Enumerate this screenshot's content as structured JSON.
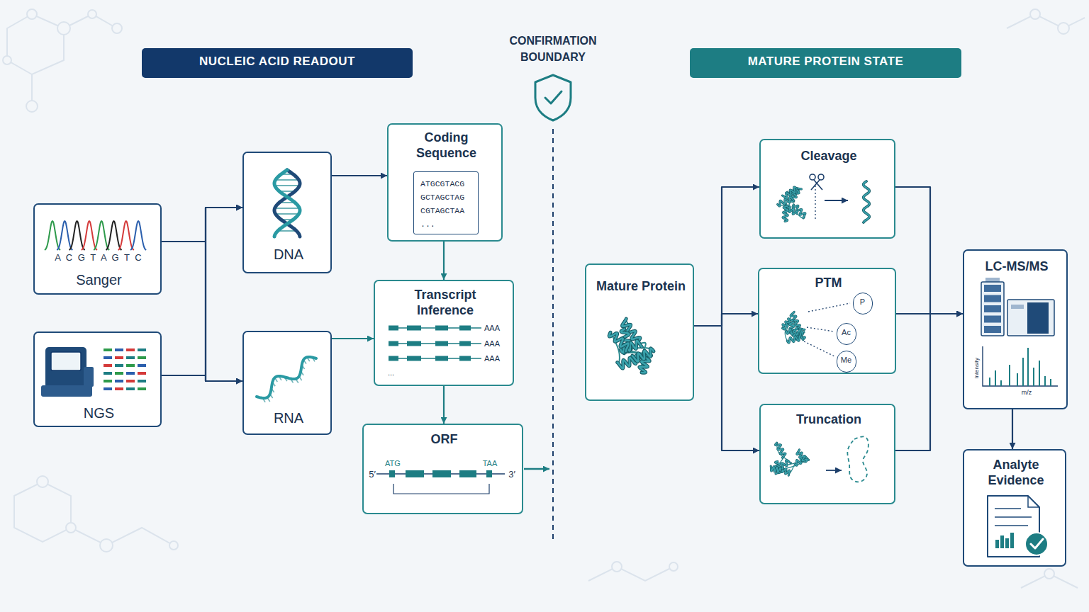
{
  "diagram": {
    "nodes": [
      {
        "text": [
          "NUCLEIC ACID READOUT"
        ]
      },
      {
        "text": [
          "MATURE PROTEIN STATE"
        ]
      },
      {
        "text": [
          "A C G T A G T C",
          "Sanger"
        ]
      },
      {
        "text": [
          "NGS"
        ]
      },
      {
        "text": [
          "DNA"
        ]
      },
      {
        "text": [
          "RNA"
        ]
      },
      {
        "text": [
          "Coding Sequence"
        ]
      },
      {
        "text": [
          "ATGCGTACG GCTAGCTAG CGTAGCTAA ..."
        ],
        "in": 6
      },
      {
        "text": [
          "Transcript Inference",
          "AAA",
          "AAA",
          "AAA",
          "..."
        ]
      },
      {
        "text": [
          "ORF",
          "ATG",
          "TAA",
          "5′",
          "3′"
        ]
      },
      {
        "text": [
          "Mature Protein"
        ]
      },
      {
        "text": [
          "Cleavage"
        ]
      },
      {
        "text": [
          "PTM"
        ]
      },
      {
        "text": [
          "P"
        ],
        "in": 12
      },
      {
        "text": [
          "Ac"
        ],
        "in": 12
      },
      {
        "text": [
          "Me"
        ],
        "in": 12
      },
      {
        "text": [
          "Truncation"
        ]
      },
      {
        "text": [
          "LC-MS/MS",
          "Intensity",
          "m/z"
        ]
      },
      {
        "text": [
          "Analyte Evidence"
        ]
      }
    ],
    "edges": [
      {
        "from": 2,
        "to": 4,
        "arrow": "to"
      },
      {
        "from": 2,
        "to": 5,
        "arrow": "to"
      },
      {
        "from": 3,
        "to": 4,
        "arrow": "to"
      },
      {
        "from": 3,
        "to": 5,
        "arrow": "to"
      },
      {
        "from": 4,
        "to": 6,
        "arrow": "to"
      },
      {
        "from": 6,
        "to": 8,
        "arrow": "to"
      },
      {
        "from": 5,
        "to": 8,
        "arrow": "to"
      },
      {
        "from": 8,
        "to": 9,
        "arrow": "to"
      },
      {
        "from": 10,
        "to": 11,
        "arrow": "to"
      },
      {
        "from": 10,
        "to": 12,
        "arrow": "to"
      },
      {
        "from": 10,
        "to": 16,
        "arrow": "to"
      },
      {
        "from": 11,
        "to": 17,
        "arrow": "to"
      },
      {
        "from": 12,
        "to": 17,
        "arrow": "to"
      },
      {
        "from": 16,
        "to": 17,
        "arrow": "to"
      },
      {
        "from": 17,
        "to": 18,
        "arrow": "to"
      }
    ],
    "labels": [
      "CONFIRMATION BOUNDARY"
    ]
  }
}
